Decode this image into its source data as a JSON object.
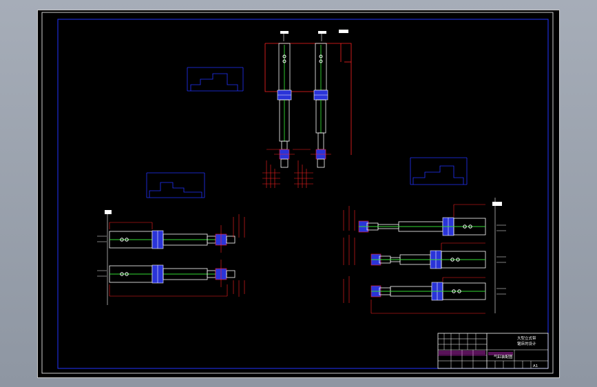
{
  "title_block": {
    "title_line1": "大型立式带",
    "title_line2": "锯床的设计",
    "drawing_name": "气缸装配图",
    "sheet_code": "A1"
  },
  "colors": {
    "background": "#000000",
    "inner_frame": "#2233ff",
    "dimension": "#ff2222",
    "outline": "#ffffff",
    "rod": "#33dd33",
    "cylinder_cap": "#2a34d8",
    "title_grid": "#ff33ff",
    "annotation": "#ffff66"
  },
  "icons": {
    "cylinder": "pneumatic-cylinder-drawing",
    "dimension": "dimension-line"
  }
}
